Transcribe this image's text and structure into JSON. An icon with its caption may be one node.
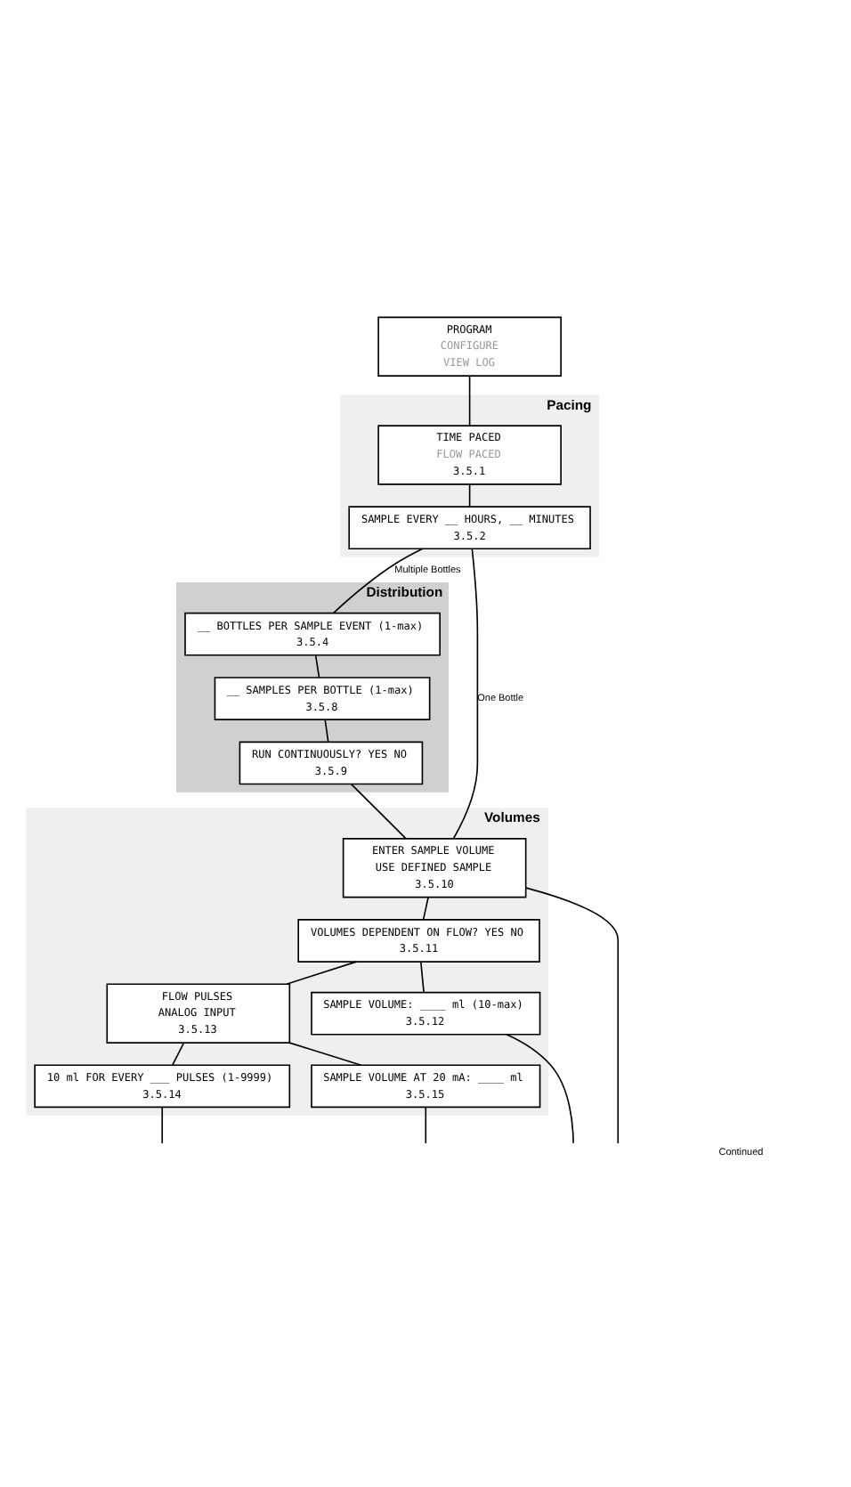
{
  "diagram": {
    "nodes": [
      {
        "text": [
          "PROGRAM",
          "CONFIGURE",
          "VIEW LOG"
        ]
      },
      {
        "text": [
          "Pacing"
        ]
      },
      {
        "text": [
          "TIME PACED",
          "FLOW PACED",
          "3.5.1"
        ],
        "in": 1
      },
      {
        "text": [
          "SAMPLE EVERY __ HOURS, __ MINUTES",
          "3.5.2"
        ],
        "in": 1
      },
      {
        "text": [
          "Distribution"
        ]
      },
      {
        "text": [
          "__ BOTTLES PER SAMPLE EVENT (1-max)",
          "3.5.4"
        ],
        "in": 4
      },
      {
        "text": [
          "__ SAMPLES PER BOTTLE (1-max)",
          "3.5.8"
        ],
        "in": 4
      },
      {
        "text": [
          "RUN CONTINUOUSLY? YES NO",
          "3.5.9"
        ],
        "in": 4
      },
      {
        "text": [
          "Volumes"
        ]
      },
      {
        "text": [
          "ENTER SAMPLE VOLUME",
          "USE DEFINED SAMPLE",
          "3.5.10"
        ],
        "in": 8
      },
      {
        "text": [
          "VOLUMES DEPENDENT ON FLOW? YES NO",
          "3.5.11"
        ],
        "in": 8
      },
      {
        "text": [
          "SAMPLE VOLUME: ____ ml (10-max)",
          "3.5.12"
        ],
        "in": 8
      },
      {
        "text": [
          "FLOW PULSES",
          "ANALOG INPUT",
          "3.5.13"
        ],
        "in": 8
      },
      {
        "text": [
          "10 ml FOR EVERY ___ PULSES (1-9999)",
          "3.5.14"
        ],
        "in": 8
      },
      {
        "text": [
          "SAMPLE VOLUME AT 20 mA: ____ ml",
          "3.5.15"
        ],
        "in": 8
      }
    ],
    "edges": [
      {
        "from": 0,
        "to": 2,
        "arrow": "none"
      },
      {
        "from": 2,
        "to": 3,
        "arrow": "none"
      },
      {
        "from": 3,
        "to": 5,
        "arrow": "none",
        "label": "Multiple Bottles"
      },
      {
        "from": 5,
        "to": 6,
        "arrow": "none"
      },
      {
        "from": 6,
        "to": 7,
        "arrow": "none"
      },
      {
        "from": 3,
        "to": 9,
        "arrow": "none",
        "label": "One Bottle"
      },
      {
        "from": 7,
        "to": 9,
        "arrow": "none"
      },
      {
        "from": 9,
        "to": 10,
        "arrow": "none"
      },
      {
        "from": 9,
        "to": null,
        "arrow": "none"
      },
      {
        "from": 10,
        "to": 12,
        "arrow": "none"
      },
      {
        "from": 10,
        "to": 11,
        "arrow": "none"
      },
      {
        "from": 11,
        "to": null,
        "arrow": "none"
      },
      {
        "from": 12,
        "to": 13,
        "arrow": "none"
      },
      {
        "from": 12,
        "to": 14,
        "arrow": "none"
      },
      {
        "from": 13,
        "to": null,
        "arrow": "none"
      },
      {
        "from": 14,
        "to": null,
        "arrow": "none"
      }
    ],
    "labels": [
      "Continued"
    ]
  }
}
